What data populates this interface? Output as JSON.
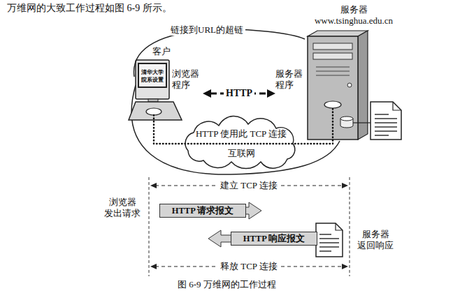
{
  "diagram": {
    "caption": "图 6-9 万维网的工作过程",
    "nodes": [
      {
        "text": [
          "客户"
        ]
      },
      {
        "text": [
          "清华大学 院系设置"
        ],
        "in": 0
      },
      {
        "text": [
          "浏览器 程序"
        ]
      },
      {
        "text": [
          "服务器",
          "www.tsinghua.edu.cn"
        ]
      },
      {
        "text": [
          "服务器 程序"
        ]
      },
      {
        "text": [
          "HTTP 使用此 TCP 连接",
          "互联网"
        ]
      },
      {
        "text": [
          "HTTP 请求报文"
        ]
      },
      {
        "text": [
          "HTTP 响应报文"
        ]
      }
    ],
    "edges": [
      {
        "from": 0,
        "to": 3,
        "arrow": "none",
        "label": "链接到URL的超链"
      },
      {
        "from": 2,
        "to": 4,
        "arrow": "both",
        "label": "HTTP"
      }
    ],
    "labels": [
      "万维网的大致工作过程如图 6-9 所示。",
      "建立 TCP 连接",
      "浏览器 发出请求",
      "服务器 返回响应",
      "释放 TCP 连接"
    ]
  }
}
